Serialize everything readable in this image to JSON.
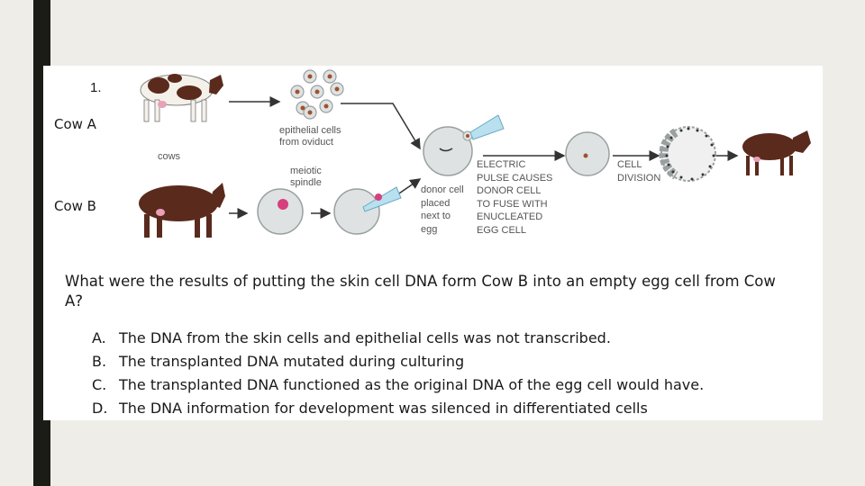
{
  "question_number": "1.",
  "labels": {
    "cow_a": "Cow A",
    "cow_b": "Cow B",
    "cows": "cows",
    "epithelial": [
      "epithelial cells",
      "from oviduct"
    ],
    "meiotic": [
      "meiotic",
      "spindle"
    ],
    "donor": [
      "donor cell",
      "placed",
      "next to",
      "egg"
    ],
    "electric": [
      "ELECTRIC",
      "PULSE CAUSES",
      "DONOR CELL",
      "TO FUSE WITH",
      "ENUCLEATED",
      "EGG CELL"
    ],
    "division": [
      "CELL",
      "DIVISION"
    ]
  },
  "question": "What were the results of putting the skin cell DNA form Cow B into an empty egg cell from Cow A?",
  "answers": [
    {
      "letter": "A.",
      "text": "The DNA from the skin cells and epithelial cells was not transcribed."
    },
    {
      "letter": "B.",
      "text": "The transplanted DNA mutated during culturing"
    },
    {
      "letter": "C.",
      "text": "The transplanted DNA functioned as the original DNA of the egg cell would have."
    },
    {
      "letter": "D.",
      "text": "The DNA information for development was silenced in differentiated cells"
    }
  ],
  "colors": {
    "cow_brown": "#5a2a1c",
    "cow_white": "#f4f1ea",
    "cell_fill": "#dfe2e2",
    "cell_stroke": "#9aa0a0",
    "pink": "#d6407c",
    "pipette": "#b9e0ef",
    "arrow": "#333333"
  }
}
